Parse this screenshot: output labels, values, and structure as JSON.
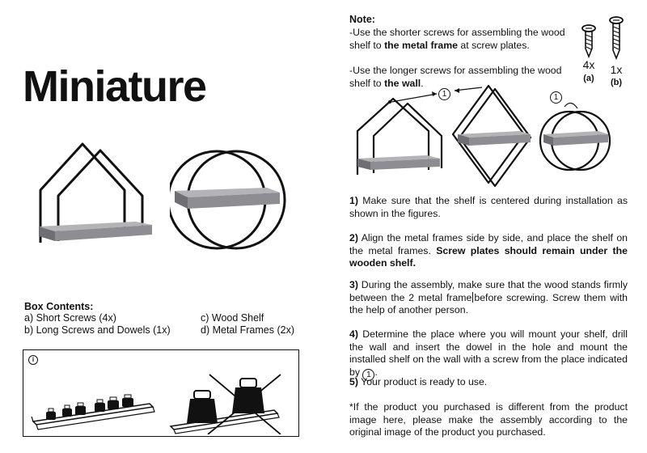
{
  "title": "Miniature",
  "box_contents": {
    "heading": "Box Contents:",
    "items": [
      "a) Short Screws (4x)",
      "b) Long Screws and Dowels (1x)",
      "c) Wood Shelf",
      "d) Metal Frames (2x)"
    ]
  },
  "usage_box": {
    "marker": "i"
  },
  "note": {
    "title": "Note:",
    "short_screws_pre": "-Use the shorter screws for assembling the wood shelf to ",
    "short_screws_bold": "the metal frame",
    "short_screws_post": " at screw plates.",
    "long_screws_pre": "-Use the longer screws for assembling the wood shelf to ",
    "long_screws_bold": "the wall",
    "long_screws_post": "."
  },
  "screws": [
    {
      "count": "4x",
      "label": "(a)",
      "icon": "short-screw-icon"
    },
    {
      "count": "1x",
      "label": "(b)",
      "icon": "long-screw-icon"
    }
  ],
  "callout_number": "1",
  "steps": {
    "s1_num": "1)",
    "s1_text": " Make sure that the shelf is centered during installation as shown in the figures.",
    "s2_num": "2)",
    "s2_text": " Align the metal frames side by side, and place the shelf on the metal frames. ",
    "s2_bold": "Screw plates should remain under the wooden shelf.",
    "s3_num": "3)",
    "s3_text_a": " During the assembly, make sure that the wood stands firmly between the 2 metal frame",
    "s3_text_b": "before screwing. Screw them with the help of another person.",
    "s4_num": "4)",
    "s4_text": " Determine the place where you will mount your shelf, drill the wall and insert the dowel in the hole and mount the installed shelf on the wall with a screw from the place indicated by ",
    "s4_end": ".",
    "s5_num": "5)",
    "s5_text": " Your product is ready to use.",
    "footnote": "*If the product you purchased is different from the product image here, please make the assembly according to the original image of the product you purchased."
  },
  "colors": {
    "ink": "#111111",
    "shelf": "#9a9a9e",
    "shelf_edge": "#6f6f73"
  }
}
